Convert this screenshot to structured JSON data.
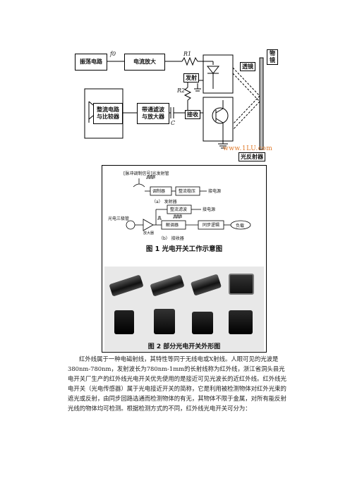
{
  "fig_top": {
    "osc": "振荡电路",
    "amp": "电流放大",
    "shaping": [
      "整流电路",
      "与比较器"
    ],
    "bandpass": [
      "带通滤波",
      "与放大器"
    ],
    "f0": "f0",
    "r1": "R1",
    "r2": "R2",
    "c": "C",
    "emit": "发射",
    "receive": "接收",
    "lens": "透镜",
    "object": [
      "物",
      "镜"
    ],
    "reflector": "光反射器",
    "watermark": "www.1LU.com"
  },
  "fig1": {
    "a_label_top": "[脉冲调制信号]光发射管",
    "a_box1": "调制器",
    "a_box2": "整流稳压",
    "a_out": "接电源",
    "a_caption": "（a）  发射器",
    "b_label": "光电三极管",
    "b_amp": "放大器",
    "b_box1": "整流滤波",
    "b_box2": "解调器",
    "b_box3": "同步逻辑",
    "b_load": "负载",
    "b_power": "接电源",
    "b_caption": "（b）  接收器",
    "title": "图 1  光电开关工作示意图"
  },
  "fig2": {
    "caption": "图 2  部分光电开关外形图"
  },
  "paragraph": "红外线属于一种电磁射线，其特性等同于无线电或X射线。人眼可见的光波是380nm-780nm，发射波长为780nm-1mm的长射线称为红外线，浙江省洞头县光电开关厂生产的红外线光电开关优先使用的是接近可见光波长的近红外线。红外线光电开关（光电传感器）属于光电接近开关的简称，它是利用被检测物体对红外光束的遮光或反射，由同步回路选通而检测物体的有无，其物体不限于金属，对所有能反射光线的物体均可检测。根据检测方式的不同，红外线光电开关可分为："
}
